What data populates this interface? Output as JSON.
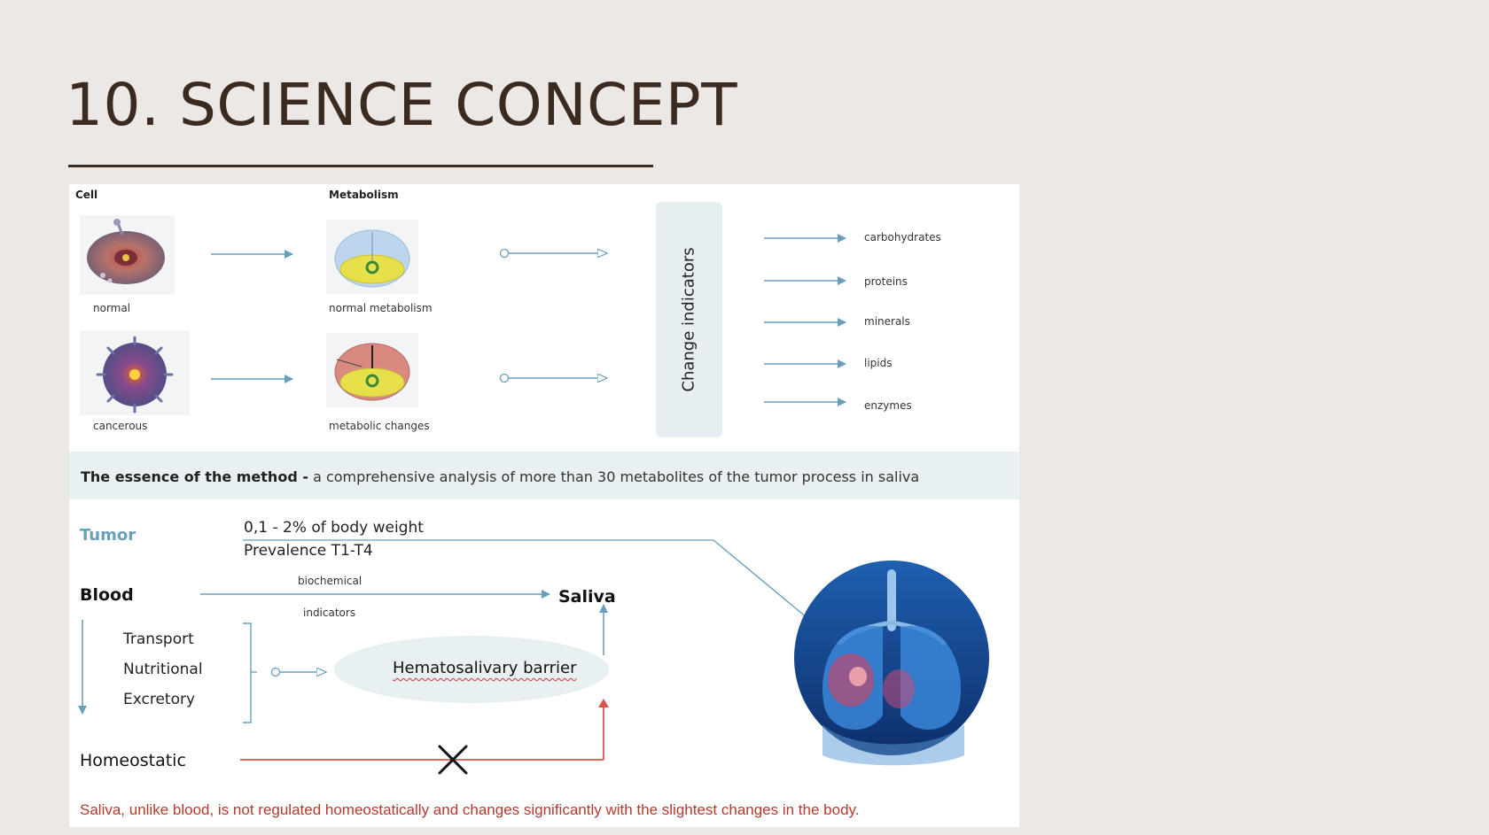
{
  "slide": {
    "title": "10. SCIENCE CONCEPT"
  },
  "top": {
    "col_cell_header": "Cell",
    "col_metabolism_header": "Metabolism",
    "normal_cell_caption": "normal",
    "cancerous_cell_caption": "cancerous",
    "normal_metabolism_caption": "normal metabolism",
    "metabolic_changes_caption": "metabolic changes",
    "change_box_label": "Change indicators",
    "indicators": [
      "carbohydrates",
      "proteins",
      "minerals",
      "lipids",
      "enzymes"
    ]
  },
  "essence": {
    "bold": "The essence of the method -",
    "rest": " a comprehensive analysis of more than 30 metabolites of the tumor process in saliva"
  },
  "bottom": {
    "tumor_label": "Tumor",
    "tumor_weight": "0,1 - 2% of body weight",
    "tumor_prevalence": "Prevalence  T1-T4",
    "blood_label": "Blood",
    "arrow_label_top": "biochemical",
    "arrow_label_bottom": "indicators",
    "saliva_label": "Saliva",
    "functions": [
      "Transport",
      "Nutritional",
      "Excretory"
    ],
    "barrier_label": "Hematosalivary barrier",
    "homeostatic_label": "Homeostatic",
    "footer_note": "Saliva, unlike blood, is not regulated homeostatically and changes significantly with the slightest changes in the body."
  },
  "colors": {
    "arrow_blue": "#6a9fbb",
    "arrow_red": "#d9544a",
    "note_red": "#b53a2e",
    "title_brown": "#3a2a20"
  }
}
